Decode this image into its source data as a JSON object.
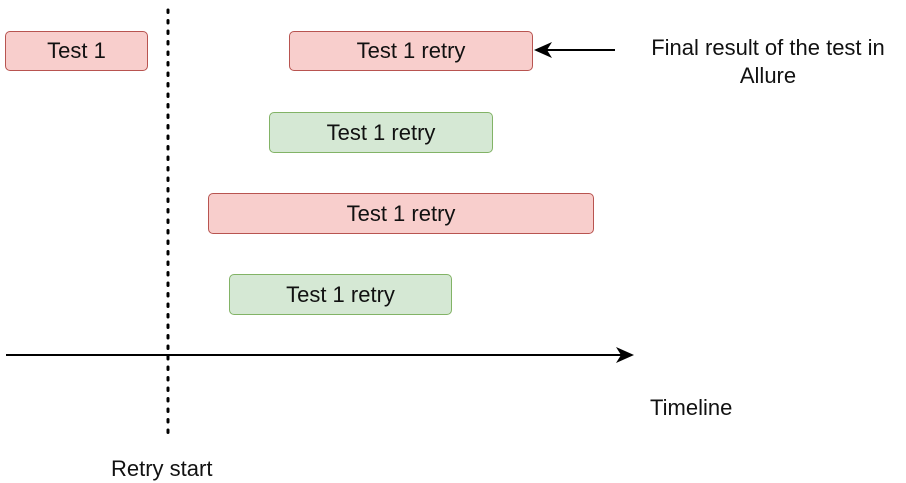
{
  "boxes": [
    {
      "id": "test-1",
      "label": "Test 1",
      "status": "failed"
    },
    {
      "id": "retry-1",
      "label": "Test 1 retry",
      "status": "failed"
    },
    {
      "id": "retry-2",
      "label": "Test 1 retry",
      "status": "passed"
    },
    {
      "id": "retry-3",
      "label": "Test 1 retry",
      "status": "failed"
    },
    {
      "id": "retry-4",
      "label": "Test 1 retry",
      "status": "passed"
    }
  ],
  "annotation": {
    "line1": "Final result of the test in",
    "line2": "Allure"
  },
  "timeline_label": "Timeline",
  "retry_start_label": "Retry start",
  "colors": {
    "failed_fill": "#f8cecc",
    "failed_border": "#b85450",
    "passed_fill": "#d5e8d4",
    "passed_border": "#82b366",
    "line": "#000000"
  }
}
